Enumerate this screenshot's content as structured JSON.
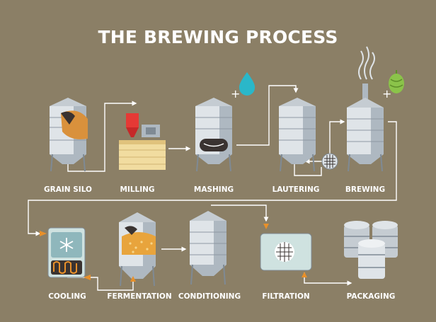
{
  "title": "THE BREWING PROCESS",
  "colors": {
    "background": "#8b7f66",
    "flow_line": "#ffffff",
    "arrow_accent": "#e8902a",
    "tank_light": "#dfe4e8",
    "tank_mid": "#aeb8c1",
    "tank_dark": "#7f8a94",
    "water_drop": "#2ab7c9",
    "hop": "#8bc34a"
  },
  "steps": [
    {
      "id": "grain-silo",
      "label": "GRAIN SILO",
      "icon": "grain-silo-icon"
    },
    {
      "id": "milling",
      "label": "MILLING",
      "icon": "mill-icon"
    },
    {
      "id": "mashing",
      "label": "MASHING",
      "icon": "mash-tun-icon"
    },
    {
      "id": "lautering",
      "label": "LAUTERING",
      "icon": "lauter-tun-icon"
    },
    {
      "id": "brewing",
      "label": "BREWING",
      "icon": "brew-kettle-icon"
    },
    {
      "id": "cooling",
      "label": "COOLING",
      "icon": "cooler-icon"
    },
    {
      "id": "fermentation",
      "label": "FERMENTATION",
      "icon": "fermenter-icon"
    },
    {
      "id": "conditioning",
      "label": "CONDITIONING",
      "icon": "conditioning-tank-icon"
    },
    {
      "id": "filtration",
      "label": "FILTRATION",
      "icon": "filter-icon"
    },
    {
      "id": "packaging",
      "label": "PACKAGING",
      "icon": "kegs-icon"
    }
  ],
  "additions": [
    {
      "symbol": "+",
      "icon": "water-drop-icon",
      "to": "mashing"
    },
    {
      "symbol": "+",
      "icon": "hop-icon",
      "to": "brewing"
    }
  ]
}
